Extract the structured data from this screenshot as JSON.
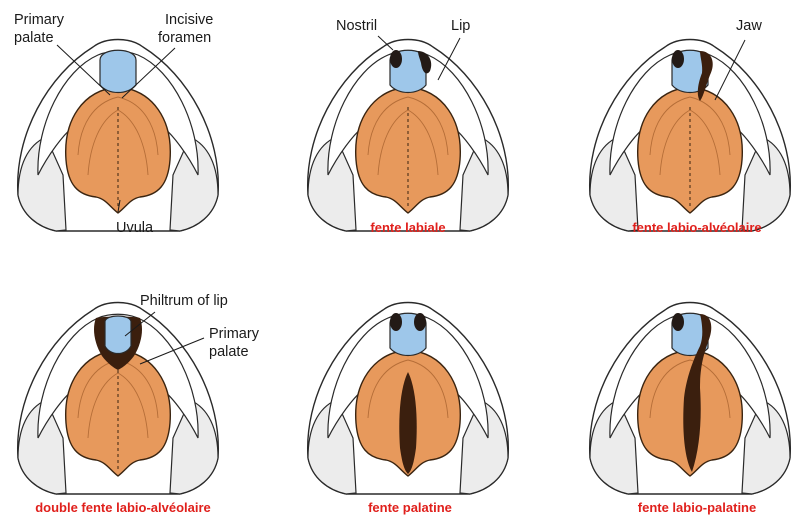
{
  "panels": [
    {
      "id": "normal",
      "caption": "",
      "labels": {
        "primary_palate": "Primary\npalate",
        "incisive_foramen": "Incisive\nforamen",
        "uvula": "Uvula"
      }
    },
    {
      "id": "cleft-lip",
      "caption": "fente labiale",
      "labels": {
        "nostril": "Nostril",
        "lip": "Lip"
      }
    },
    {
      "id": "cleft-lip-alveolar",
      "caption": "fente labio-alvéolaire",
      "labels": {
        "jaw": "Jaw"
      }
    },
    {
      "id": "double-cleft",
      "caption": "double fente labio-alvéolaire",
      "labels": {
        "philtrum": "Philtrum of lip",
        "primary_palate": "Primary\npalate"
      }
    },
    {
      "id": "cleft-palate",
      "caption": "fente palatine",
      "labels": {}
    },
    {
      "id": "cleft-lip-palate",
      "caption": "fente labio-palatine",
      "labels": {}
    }
  ],
  "colors": {
    "palate": "#e7995c",
    "premaxilla": "#9ec7ea",
    "caption": "#e0201c"
  }
}
